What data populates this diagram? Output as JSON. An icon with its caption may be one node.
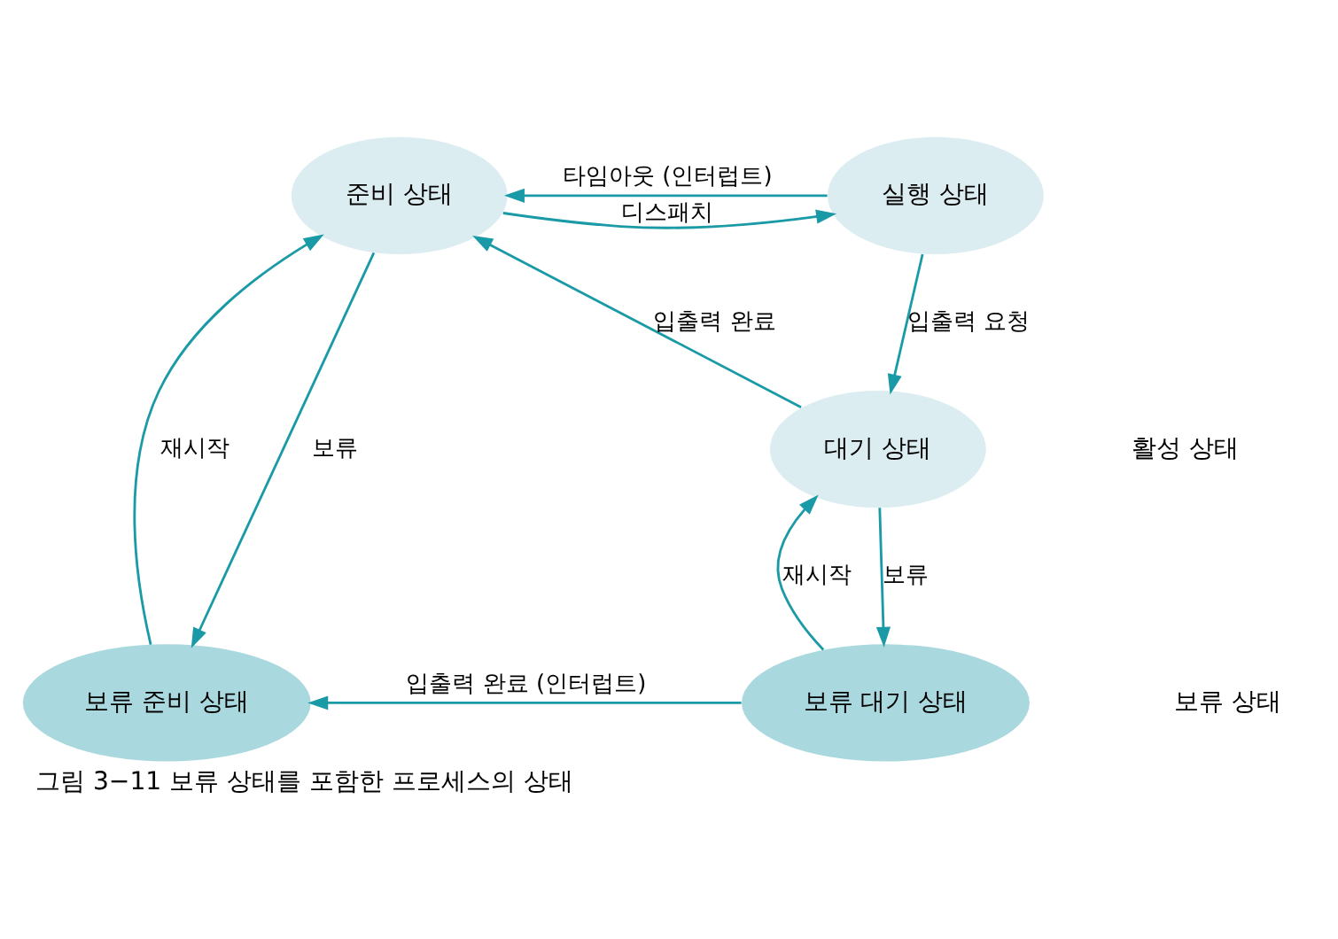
{
  "diagram": {
    "caption": "그림 3−11 보류 상태를 포함한 프로세스의 상태",
    "nodes": [
      {
        "text": [
          "준비 상태"
        ]
      },
      {
        "text": [
          "실행 상태"
        ]
      },
      {
        "text": [
          "대기 상태"
        ]
      },
      {
        "text": [
          "보류 준비 상태"
        ]
      },
      {
        "text": [
          "보류 대기 상태"
        ]
      }
    ],
    "edges": [
      {
        "from": 0,
        "to": 1,
        "arrow": "to",
        "label": "디스패치"
      },
      {
        "from": 1,
        "to": 0,
        "arrow": "to",
        "label": "타임아웃 (인터럽트)"
      },
      {
        "from": 1,
        "to": 2,
        "arrow": "to",
        "label": "입출력 요청"
      },
      {
        "from": 2,
        "to": 0,
        "arrow": "to",
        "label": "입출력 완료"
      },
      {
        "from": 0,
        "to": 3,
        "arrow": "to",
        "label": "보류"
      },
      {
        "from": 3,
        "to": 0,
        "arrow": "to",
        "label": "재시작"
      },
      {
        "from": 2,
        "to": 4,
        "arrow": "to",
        "label": "보류"
      },
      {
        "from": 4,
        "to": 2,
        "arrow": "to",
        "label": "재시작"
      },
      {
        "from": 4,
        "to": 3,
        "arrow": "to",
        "label": "입출력 완료 (인터럽트)"
      }
    ],
    "labels": [
      "활성 상태",
      "보류 상태"
    ]
  }
}
